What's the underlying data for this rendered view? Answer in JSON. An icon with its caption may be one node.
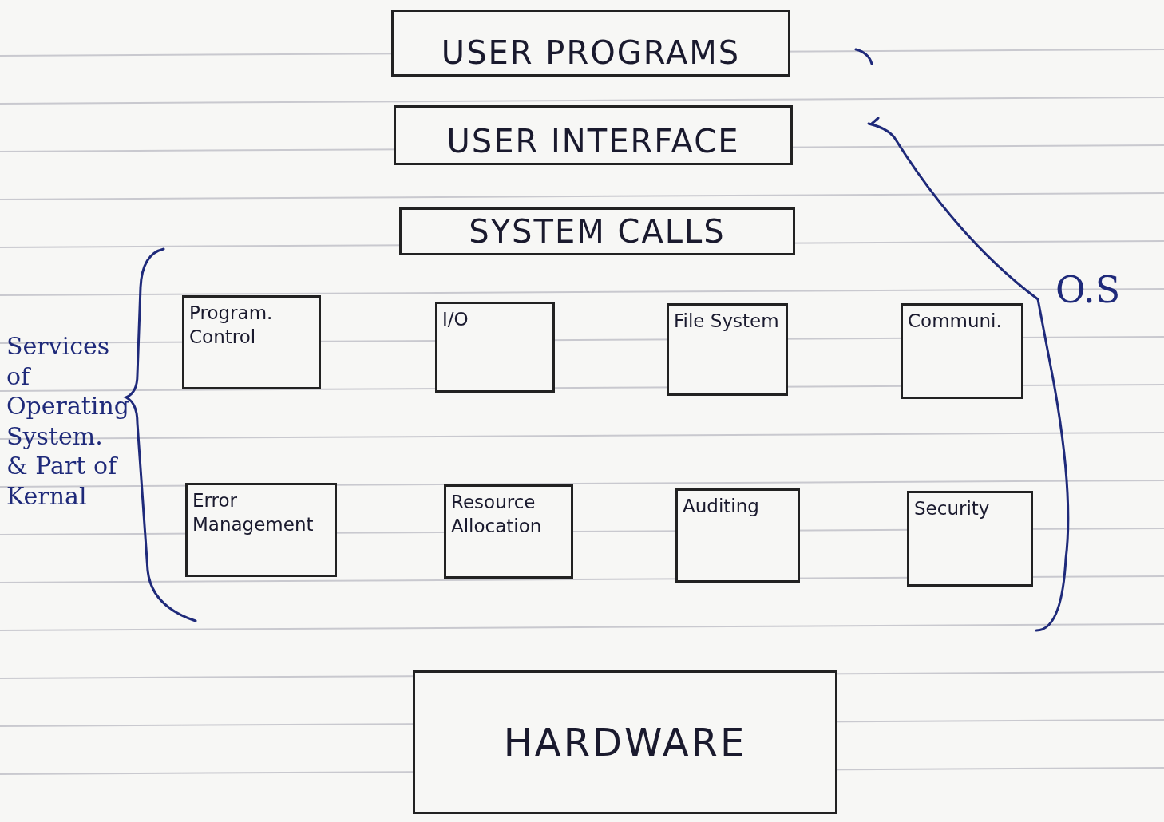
{
  "diagram": {
    "nodes": [
      {
        "text": [
          "USER PROGRAMS"
        ]
      },
      {
        "text": [
          "USER INTERFACE"
        ]
      },
      {
        "text": [
          "SYSTEM CALLS"
        ]
      },
      {
        "text": [
          "Program. Control"
        ]
      },
      {
        "text": [
          "I/O"
        ]
      },
      {
        "text": [
          "File System"
        ]
      },
      {
        "text": [
          "Communi."
        ]
      },
      {
        "text": [
          "Error Management"
        ]
      },
      {
        "text": [
          "Resource Allocation"
        ]
      },
      {
        "text": [
          "Auditing"
        ]
      },
      {
        "text": [
          "Security"
        ]
      },
      {
        "text": [
          "HARDWARE"
        ]
      }
    ],
    "labels": [
      "O.S",
      "Services of Operating System. & Part of Kernal"
    ]
  }
}
